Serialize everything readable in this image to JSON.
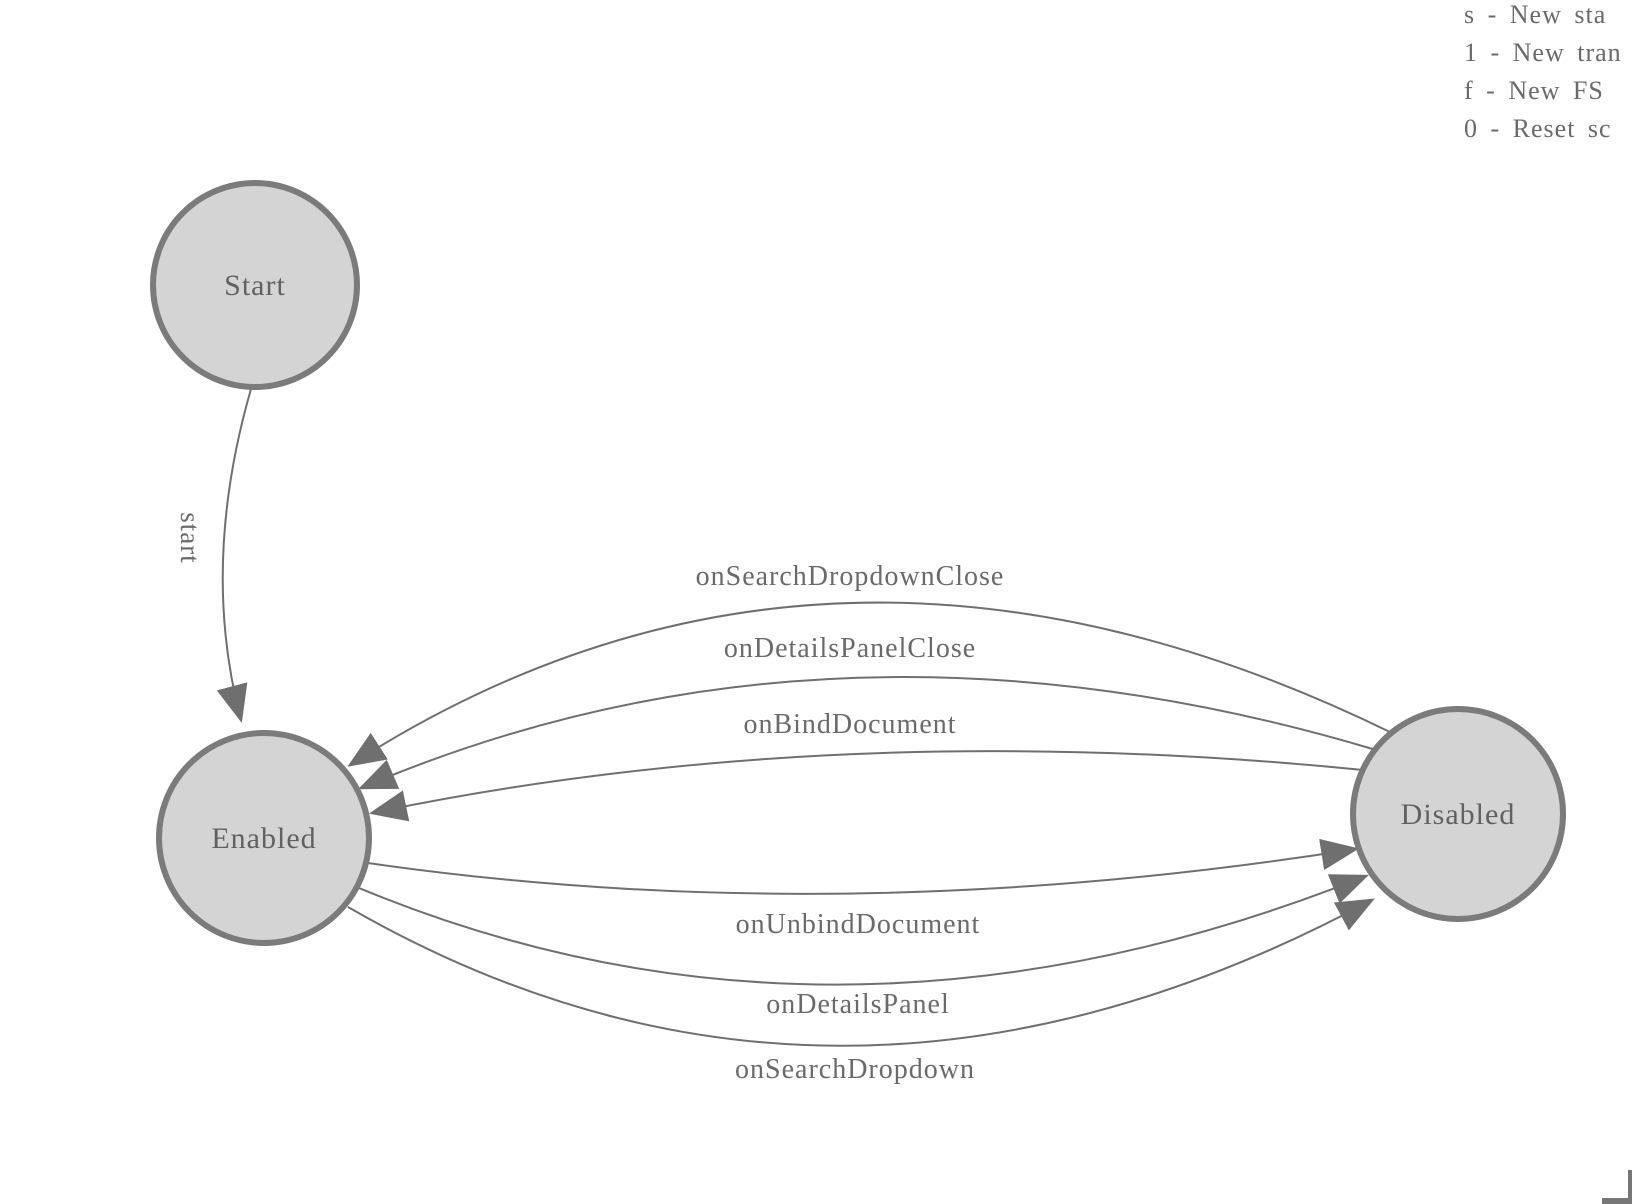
{
  "diagram": {
    "states": [
      {
        "id": "start-node",
        "label": "Start"
      },
      {
        "id": "enabled",
        "label": "Enabled"
      },
      {
        "id": "disabled",
        "label": "Disabled"
      }
    ],
    "transitions": [
      {
        "label": "start",
        "from": "Start",
        "to": "Enabled"
      },
      {
        "label": "onSearchDropdownClose",
        "from": "Disabled",
        "to": "Enabled"
      },
      {
        "label": "onDetailsPanelClose",
        "from": "Disabled",
        "to": "Enabled"
      },
      {
        "label": "onBindDocument",
        "from": "Disabled",
        "to": "Enabled"
      },
      {
        "label": "onUnbindDocument",
        "from": "Enabled",
        "to": "Disabled"
      },
      {
        "label": "onDetailsPanel",
        "from": "Enabled",
        "to": "Disabled"
      },
      {
        "label": "onSearchDropdown",
        "from": "Enabled",
        "to": "Disabled"
      }
    ]
  },
  "legend": {
    "items": [
      "s - New sta",
      "1 - New tran",
      "f - New FS",
      "0 - Reset sc"
    ]
  },
  "colors": {
    "state_fill": "#d4d4d4",
    "state_stroke": "#7b7b7b",
    "edge_stroke": "#6f6f6f",
    "state_text": "#616161",
    "edge_text": "#6a6a6a",
    "legend_text": "#6a6a6a"
  }
}
